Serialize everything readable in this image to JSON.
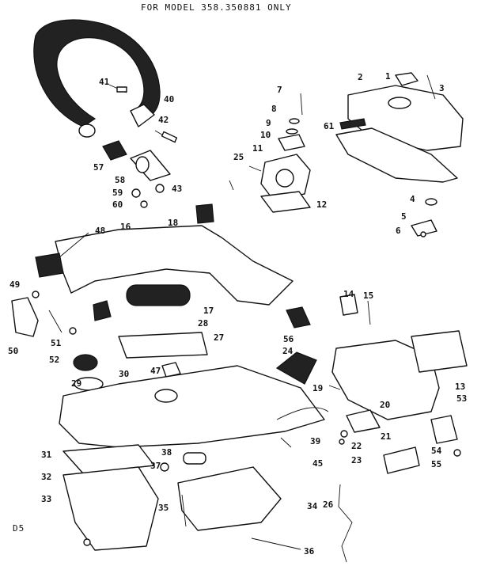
{
  "header": {
    "text": "FOR MODEL 358.350881 ONLY"
  },
  "corner_code": "D5",
  "labels": [
    {
      "n": "1"
    },
    {
      "n": "2"
    },
    {
      "n": "3"
    },
    {
      "n": "4"
    },
    {
      "n": "5"
    },
    {
      "n": "6"
    },
    {
      "n": "7"
    },
    {
      "n": "8"
    },
    {
      "n": "9"
    },
    {
      "n": "10"
    },
    {
      "n": "11"
    },
    {
      "n": "12"
    },
    {
      "n": "13"
    },
    {
      "n": "14"
    },
    {
      "n": "15"
    },
    {
      "n": "16"
    },
    {
      "n": "17"
    },
    {
      "n": "18"
    },
    {
      "n": "19"
    },
    {
      "n": "20"
    },
    {
      "n": "21"
    },
    {
      "n": "22"
    },
    {
      "n": "23"
    },
    {
      "n": "24"
    },
    {
      "n": "25"
    },
    {
      "n": "26"
    },
    {
      "n": "27"
    },
    {
      "n": "28"
    },
    {
      "n": "29"
    },
    {
      "n": "30"
    },
    {
      "n": "31"
    },
    {
      "n": "32"
    },
    {
      "n": "33"
    },
    {
      "n": "34"
    },
    {
      "n": "35"
    },
    {
      "n": "36"
    },
    {
      "n": "37"
    },
    {
      "n": "38"
    },
    {
      "n": "39"
    },
    {
      "n": "40"
    },
    {
      "n": "41"
    },
    {
      "n": "42"
    },
    {
      "n": "43"
    },
    {
      "n": "45"
    },
    {
      "n": "47"
    },
    {
      "n": "48"
    },
    {
      "n": "49"
    },
    {
      "n": "50"
    },
    {
      "n": "51"
    },
    {
      "n": "52"
    },
    {
      "n": "53"
    },
    {
      "n": "54"
    },
    {
      "n": "55"
    },
    {
      "n": "56"
    },
    {
      "n": "57"
    },
    {
      "n": "58"
    },
    {
      "n": "59"
    },
    {
      "n": "60"
    },
    {
      "n": "61"
    }
  ]
}
